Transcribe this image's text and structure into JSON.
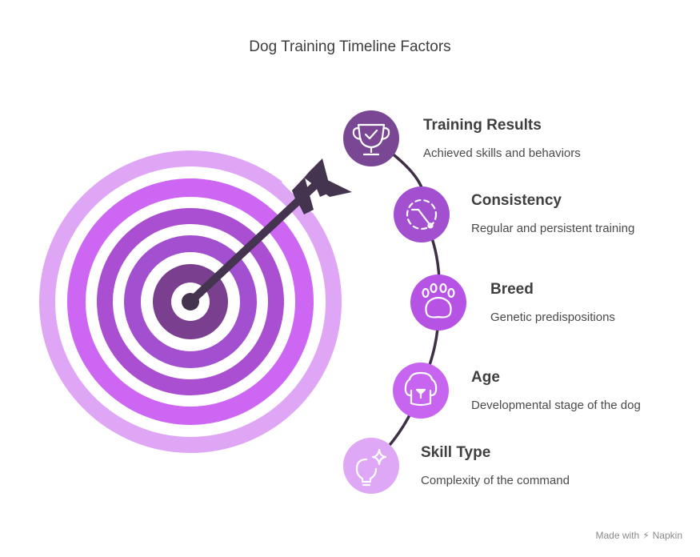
{
  "title": "Dog Training Timeline Factors",
  "colors": {
    "ring_outer": "#e0a6f6",
    "ring_mid": "#cd66f2",
    "ring_inner": "#ab4fd2",
    "ring_core": "#7a3f8e",
    "arrow": "#45344f",
    "path": "#3f3048",
    "icon_stroke": "#ffffff"
  },
  "items": [
    {
      "title": "Training Results",
      "description": "Achieved skills and behaviors",
      "icon": "trophy-icon",
      "color": "#7a4795"
    },
    {
      "title": "Consistency",
      "description": "Regular and persistent training",
      "icon": "dashed-gauge-icon",
      "color": "#a24fd0"
    },
    {
      "title": "Breed",
      "description": "Genetic predispositions",
      "icon": "paw-icon",
      "color": "#b652e4"
    },
    {
      "title": "Age",
      "description": "Developmental stage of the dog",
      "icon": "dog-face-icon",
      "color": "#c865f0"
    },
    {
      "title": "Skill Type",
      "description": "Complexity of the command",
      "icon": "lightbulb-sparkle-icon",
      "color": "#dfa8f6"
    }
  ],
  "watermark": {
    "prefix": "Made with",
    "brand": "Napkin"
  }
}
